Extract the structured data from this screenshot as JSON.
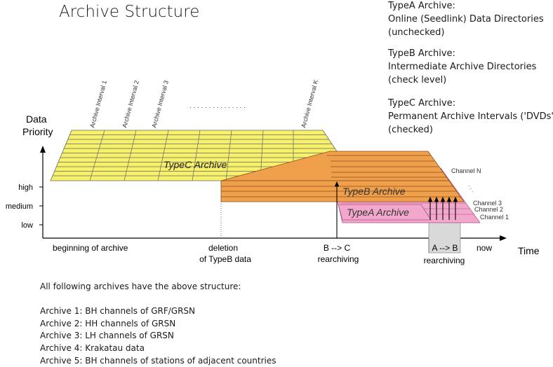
{
  "title": "Archive Structure",
  "legend": [
    {
      "name": "TypeA Archive:",
      "lines": [
        "Online (Seedlink) Data Directories",
        "(unchecked)"
      ]
    },
    {
      "name": "TypeB Archive:",
      "lines": [
        "Intermediate Archive Directories",
        "(check level)"
      ]
    },
    {
      "name": "TypeC Archive:",
      "lines": [
        "Permanent Archive Intervals ('DVDs')",
        "(checked)"
      ]
    }
  ],
  "axes": {
    "y_label_line1": "Data",
    "y_label_line2": "Priority",
    "x_label": "Time",
    "priority_levels": [
      "high",
      "medium",
      "low"
    ]
  },
  "intervals": {
    "labels": [
      "Archive Interval 1",
      "Archive Interval 2",
      "Archive Interval 3",
      "Archive Interval K"
    ],
    "ellipsis": "· · · · · · · · · · · · · · ·"
  },
  "blocks": {
    "typeC": "TypeC Archive",
    "typeB": "TypeB Archive",
    "typeA": "TypeA Archive"
  },
  "channels": [
    "Channel N",
    "Channel 3",
    "Channel 2",
    "Channel 1"
  ],
  "channel_dots": "· · ·",
  "timeline": {
    "beginning": "beginning of archive",
    "deletion_line1": "deletion",
    "deletion_line2": "of TypeB data",
    "b_to_c_line1": "B --> C",
    "b_to_c_line2": "rearchiving",
    "a_to_b_line1": "A --> B",
    "a_to_b_line2": "rearchiving",
    "now": "now"
  },
  "footer": {
    "intro": "All following archives have the above structure:",
    "archives": [
      "Archive 1: BH channels of GRF/GRSN",
      "Archive 2: HH channels of GRSN",
      "Archive 3: LH channels of GRSN",
      "Archive 4: Krakatau data",
      "Archive 5: BH channels of stations of adjacent countries"
    ]
  },
  "colors": {
    "typeC": "#f7f06a",
    "typeB": "#f0a04a",
    "typeA": "#f2a8cc",
    "shade": "#d9d9d9"
  }
}
